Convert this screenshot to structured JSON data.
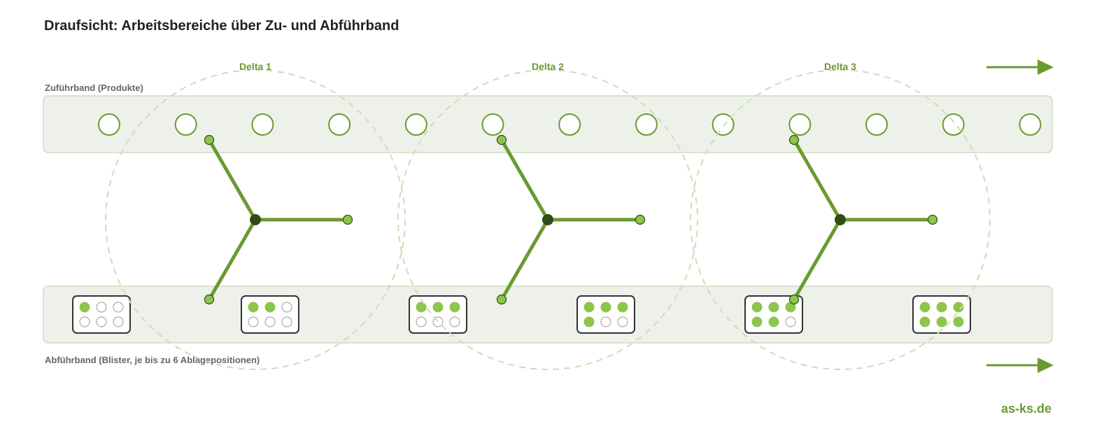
{
  "title": "Draufsicht: Arbeitsbereiche über Zu- und Abführband",
  "infeed_label": "Zuführband (Produkte)",
  "outfeed_label": "Abführband (Blister, je bis zu 6 Ablagepositionen)",
  "brand": "as-ks.de",
  "colors": {
    "belt_fill": "#eef1ea",
    "belt_stroke": "#cfdcc2",
    "accent": "#6a9a30",
    "arm": "#6a9a30",
    "hub": "#2f4d12",
    "joint": "#8dc64a",
    "product_ring": "#6a9a30",
    "filled_slot": "#8dc64a",
    "empty_slot": "#aaaaaa",
    "workspace_ring": "#cfdcb8"
  },
  "deltas": [
    {
      "label": "Delta 1"
    },
    {
      "label": "Delta 2"
    },
    {
      "label": "Delta 3"
    }
  ],
  "infeed_product_count": 13,
  "blisters": [
    {
      "slots": [
        1,
        0,
        0,
        0,
        0,
        0
      ]
    },
    {
      "slots": [
        1,
        1,
        0,
        0,
        0,
        0
      ]
    },
    {
      "slots": [
        1,
        1,
        1,
        0,
        0,
        0
      ]
    },
    {
      "slots": [
        1,
        1,
        1,
        1,
        0,
        0
      ]
    },
    {
      "slots": [
        1,
        1,
        1,
        1,
        1,
        0
      ]
    },
    {
      "slots": [
        1,
        1,
        1,
        1,
        1,
        1
      ]
    }
  ],
  "flow_arrow_icon": "arrow-right-icon"
}
